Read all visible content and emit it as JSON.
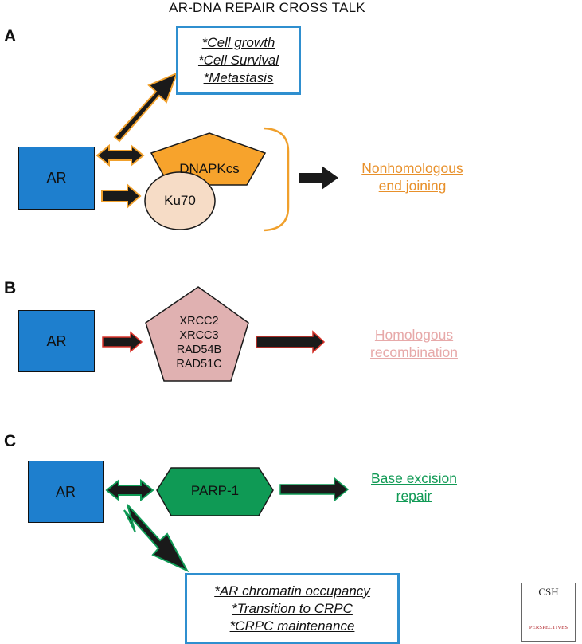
{
  "title": "AR-DNA REPAIR CROSS TALK",
  "colors": {
    "ar_blue": "#1e7fce",
    "outcome_border": "#2f8fcf",
    "orange": "#f0a02c",
    "orange_text": "#e8902a",
    "pink": "#e3b4b4",
    "pink_text": "#e7a9a9",
    "red_outline": "#d8332a",
    "green": "#0f9a55",
    "green_text": "#119a55",
    "arrow": "#1a1a1a"
  },
  "panel_a": {
    "letter": "A",
    "ar_label": "AR",
    "outcomes": [
      "*Cell growth",
      "*Cell Survival",
      "*Metastasis"
    ],
    "dnapkcs_label": "DNAPKcs",
    "ku70_label": "Ku70",
    "result": [
      "Nonhomologous",
      "end joining"
    ]
  },
  "panel_b": {
    "letter": "B",
    "ar_label": "AR",
    "factors": [
      "XRCC2",
      "XRCC3",
      "RAD54B",
      "RAD51C"
    ],
    "result": [
      "Homologous",
      "recombination"
    ]
  },
  "panel_c": {
    "letter": "C",
    "ar_label": "AR",
    "parp_label": "PARP-1",
    "result": [
      "Base excision",
      "repair"
    ],
    "outcomes": [
      "*AR chromatin occupancy",
      "*Transition to CRPC",
      "*CRPC maintenance"
    ]
  },
  "logo": {
    "text_main": "CSH",
    "text_sub": "PERSPECTIVES",
    "icon": "dna-helix-icon"
  }
}
